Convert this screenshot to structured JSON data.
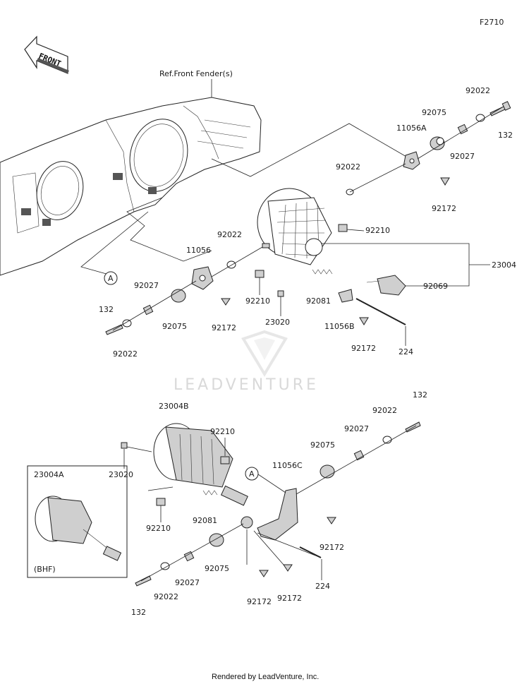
{
  "figure_code": "F2710",
  "front_arrow_label": "FRONT",
  "ref_label": "Ref.Front Fender(s)",
  "watermark_text": "LEADVENTURE",
  "footer_text": "Rendered by LeadVenture, Inc.",
  "inset_label": "23004A",
  "inset_sublabel": "(BHF)",
  "ref_circle_label": "A",
  "labels": {
    "u_92022_top": "92022",
    "u_132_top": "132",
    "u_92075_top": "92075",
    "u_11056A": "11056A",
    "u_92027_top": "92027",
    "u_92022_mid": "92022",
    "u_92172_top": "92172",
    "u_92210_top": "92210",
    "u_23004": "23004",
    "u_92069": "92069",
    "u_92022_left": "92022",
    "u_11056": "11056",
    "u_92027_left": "92027",
    "u_132_left": "132",
    "u_92075_left": "92075",
    "u_92172_left": "92172",
    "u_92022_bottom_left": "92022",
    "u_92210_left": "92210",
    "u_23020": "23020",
    "u_92081": "92081",
    "u_11056B": "11056B",
    "u_92172_mid": "92172",
    "u_224": "224",
    "l_23004B": "23004B",
    "l_92210_top": "92210",
    "l_23020": "23020",
    "l_132_top": "132",
    "l_92022_top": "92022",
    "l_92027_top": "92027",
    "l_92075_top": "92075",
    "l_11056C": "11056C",
    "l_92210_bottom": "92210",
    "l_92081": "92081",
    "l_92172_right": "92172",
    "l_224": "224",
    "l_92075_bottom": "92075",
    "l_92027_bottom": "92027",
    "l_92022_bottom": "92022",
    "l_132_bottom": "132",
    "l_92172_a": "92172",
    "l_92172_b": "92172"
  }
}
